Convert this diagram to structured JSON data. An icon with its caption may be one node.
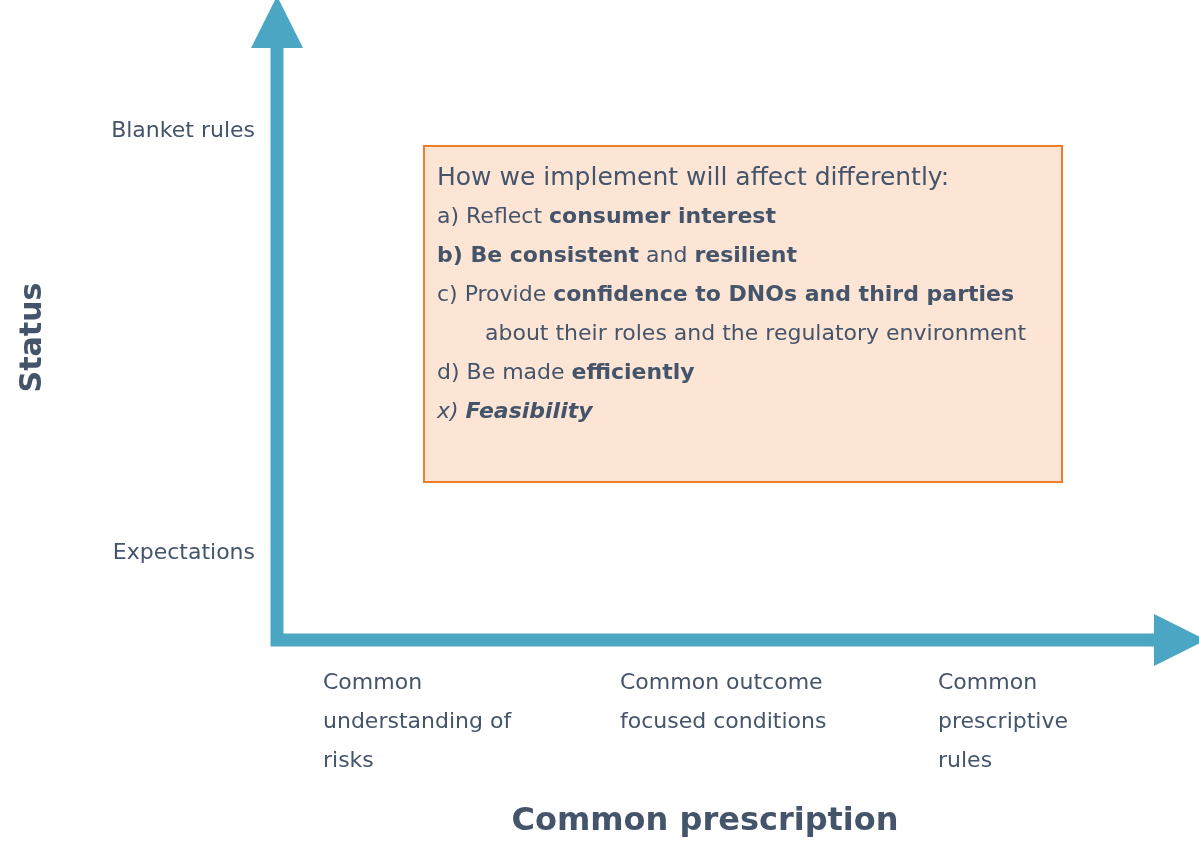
{
  "diagram": {
    "nodes": [
      {
        "text": [
          "How we implement will affect differently:",
          "a) Reflect **consumer interest**",
          "**b) Be consistent** and **resilient**",
          "c) Provide **confidence to DNOs and third parties** about their roles and the regulatory environment",
          "d) Be made **efficiently**",
          "x) **Feasibility**"
        ]
      }
    ],
    "edges": [],
    "labels": [
      "Blanket rules",
      "Status",
      "Expectations",
      "Common understanding of risks",
      "Common outcome focused conditions",
      "Common prescriptive rules",
      "Common prescription"
    ]
  }
}
